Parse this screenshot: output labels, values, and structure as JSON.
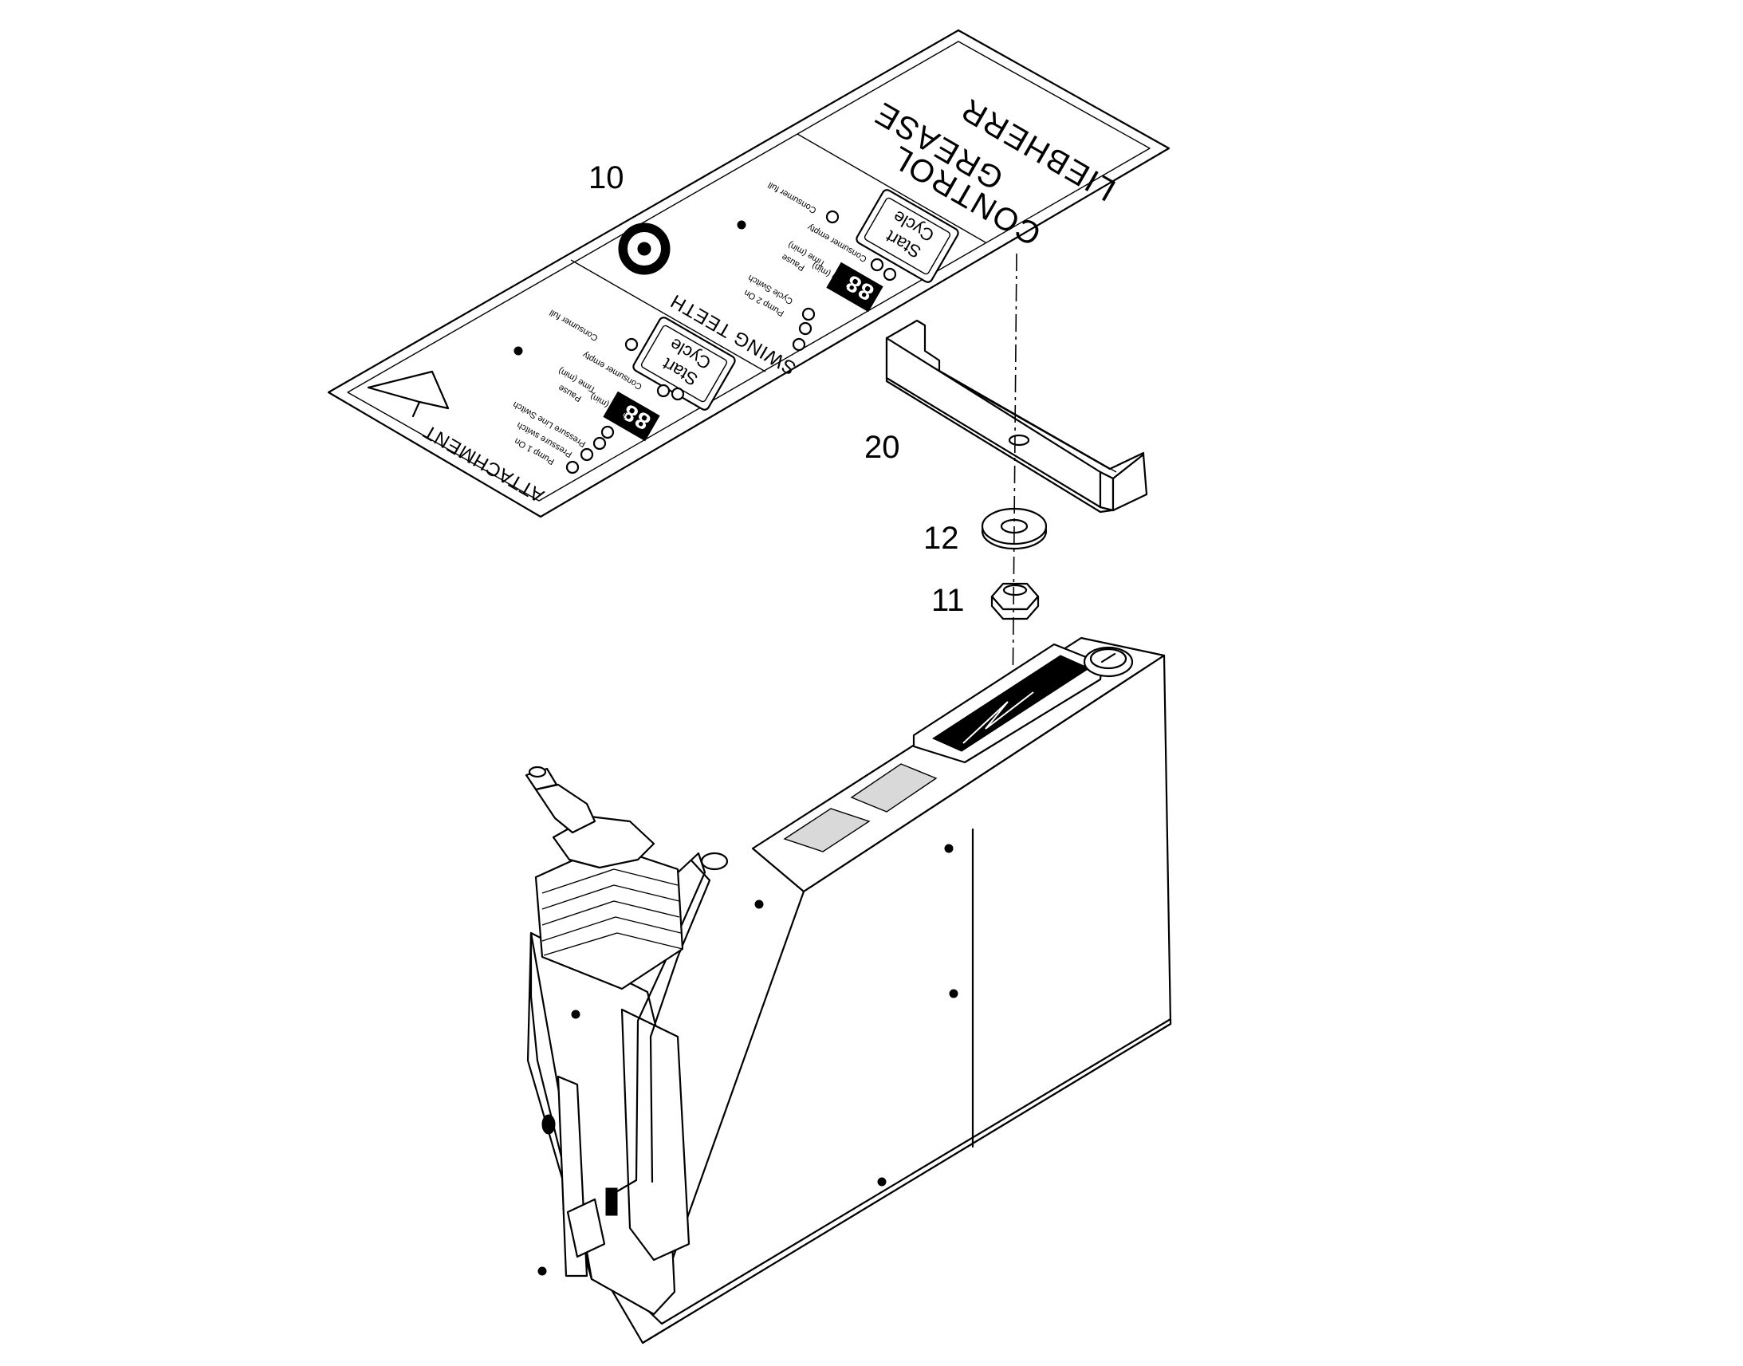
{
  "callouts": {
    "c10": "10",
    "c20": "20",
    "c12": "12",
    "c11": "11"
  },
  "panel": {
    "brand": "LIEBHERR",
    "title_line1": "GREASE",
    "title_line2": "CONTROL",
    "section_swing": "SWING TEETH",
    "section_attachment": "ATTACHMENT",
    "button_start": "Start",
    "button_cycle": "Cycle",
    "display_digits": "88",
    "labels_top": {
      "consumer_full": "Consumer full",
      "consumer_empty": "Consumer empty",
      "time_min": "Time (min)",
      "pause": "Pause",
      "pump_2_on": "Pump 2 On",
      "cycle_switch": "Cycle Switch"
    },
    "labels_bottom": {
      "consumer_full": "Consumer full",
      "consumer_empty": "Consumer empty",
      "time_min": "Time (min)",
      "pause": "Pause",
      "pressure_line": "Pressure Line Switch",
      "pressure_switch": "Pressure switch",
      "pump_1_on": "Pump 1 On"
    }
  }
}
